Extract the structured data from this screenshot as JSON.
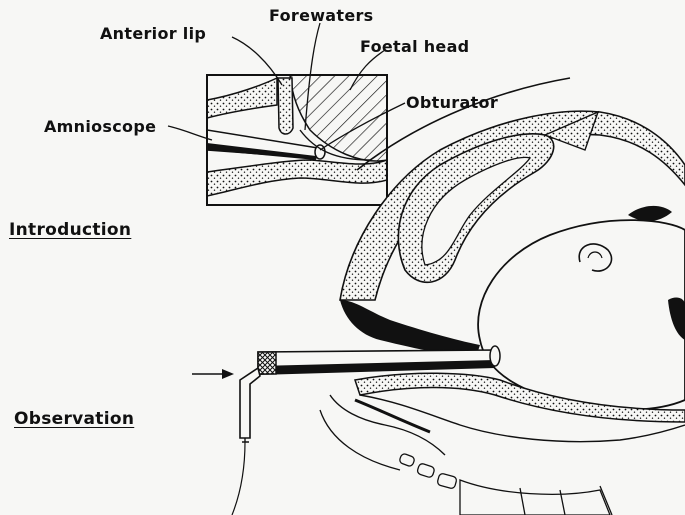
{
  "labels": {
    "forewaters": "Forewaters",
    "anterior_lip": "Anterior lip",
    "foetal_head": "Foetal head",
    "obturator": "Obturator",
    "amnioscope": "Amnioscope",
    "introduction": "Introduction",
    "observation": "Observation"
  },
  "colors": {
    "ink": "#111111",
    "paper": "#f7f7f5"
  }
}
